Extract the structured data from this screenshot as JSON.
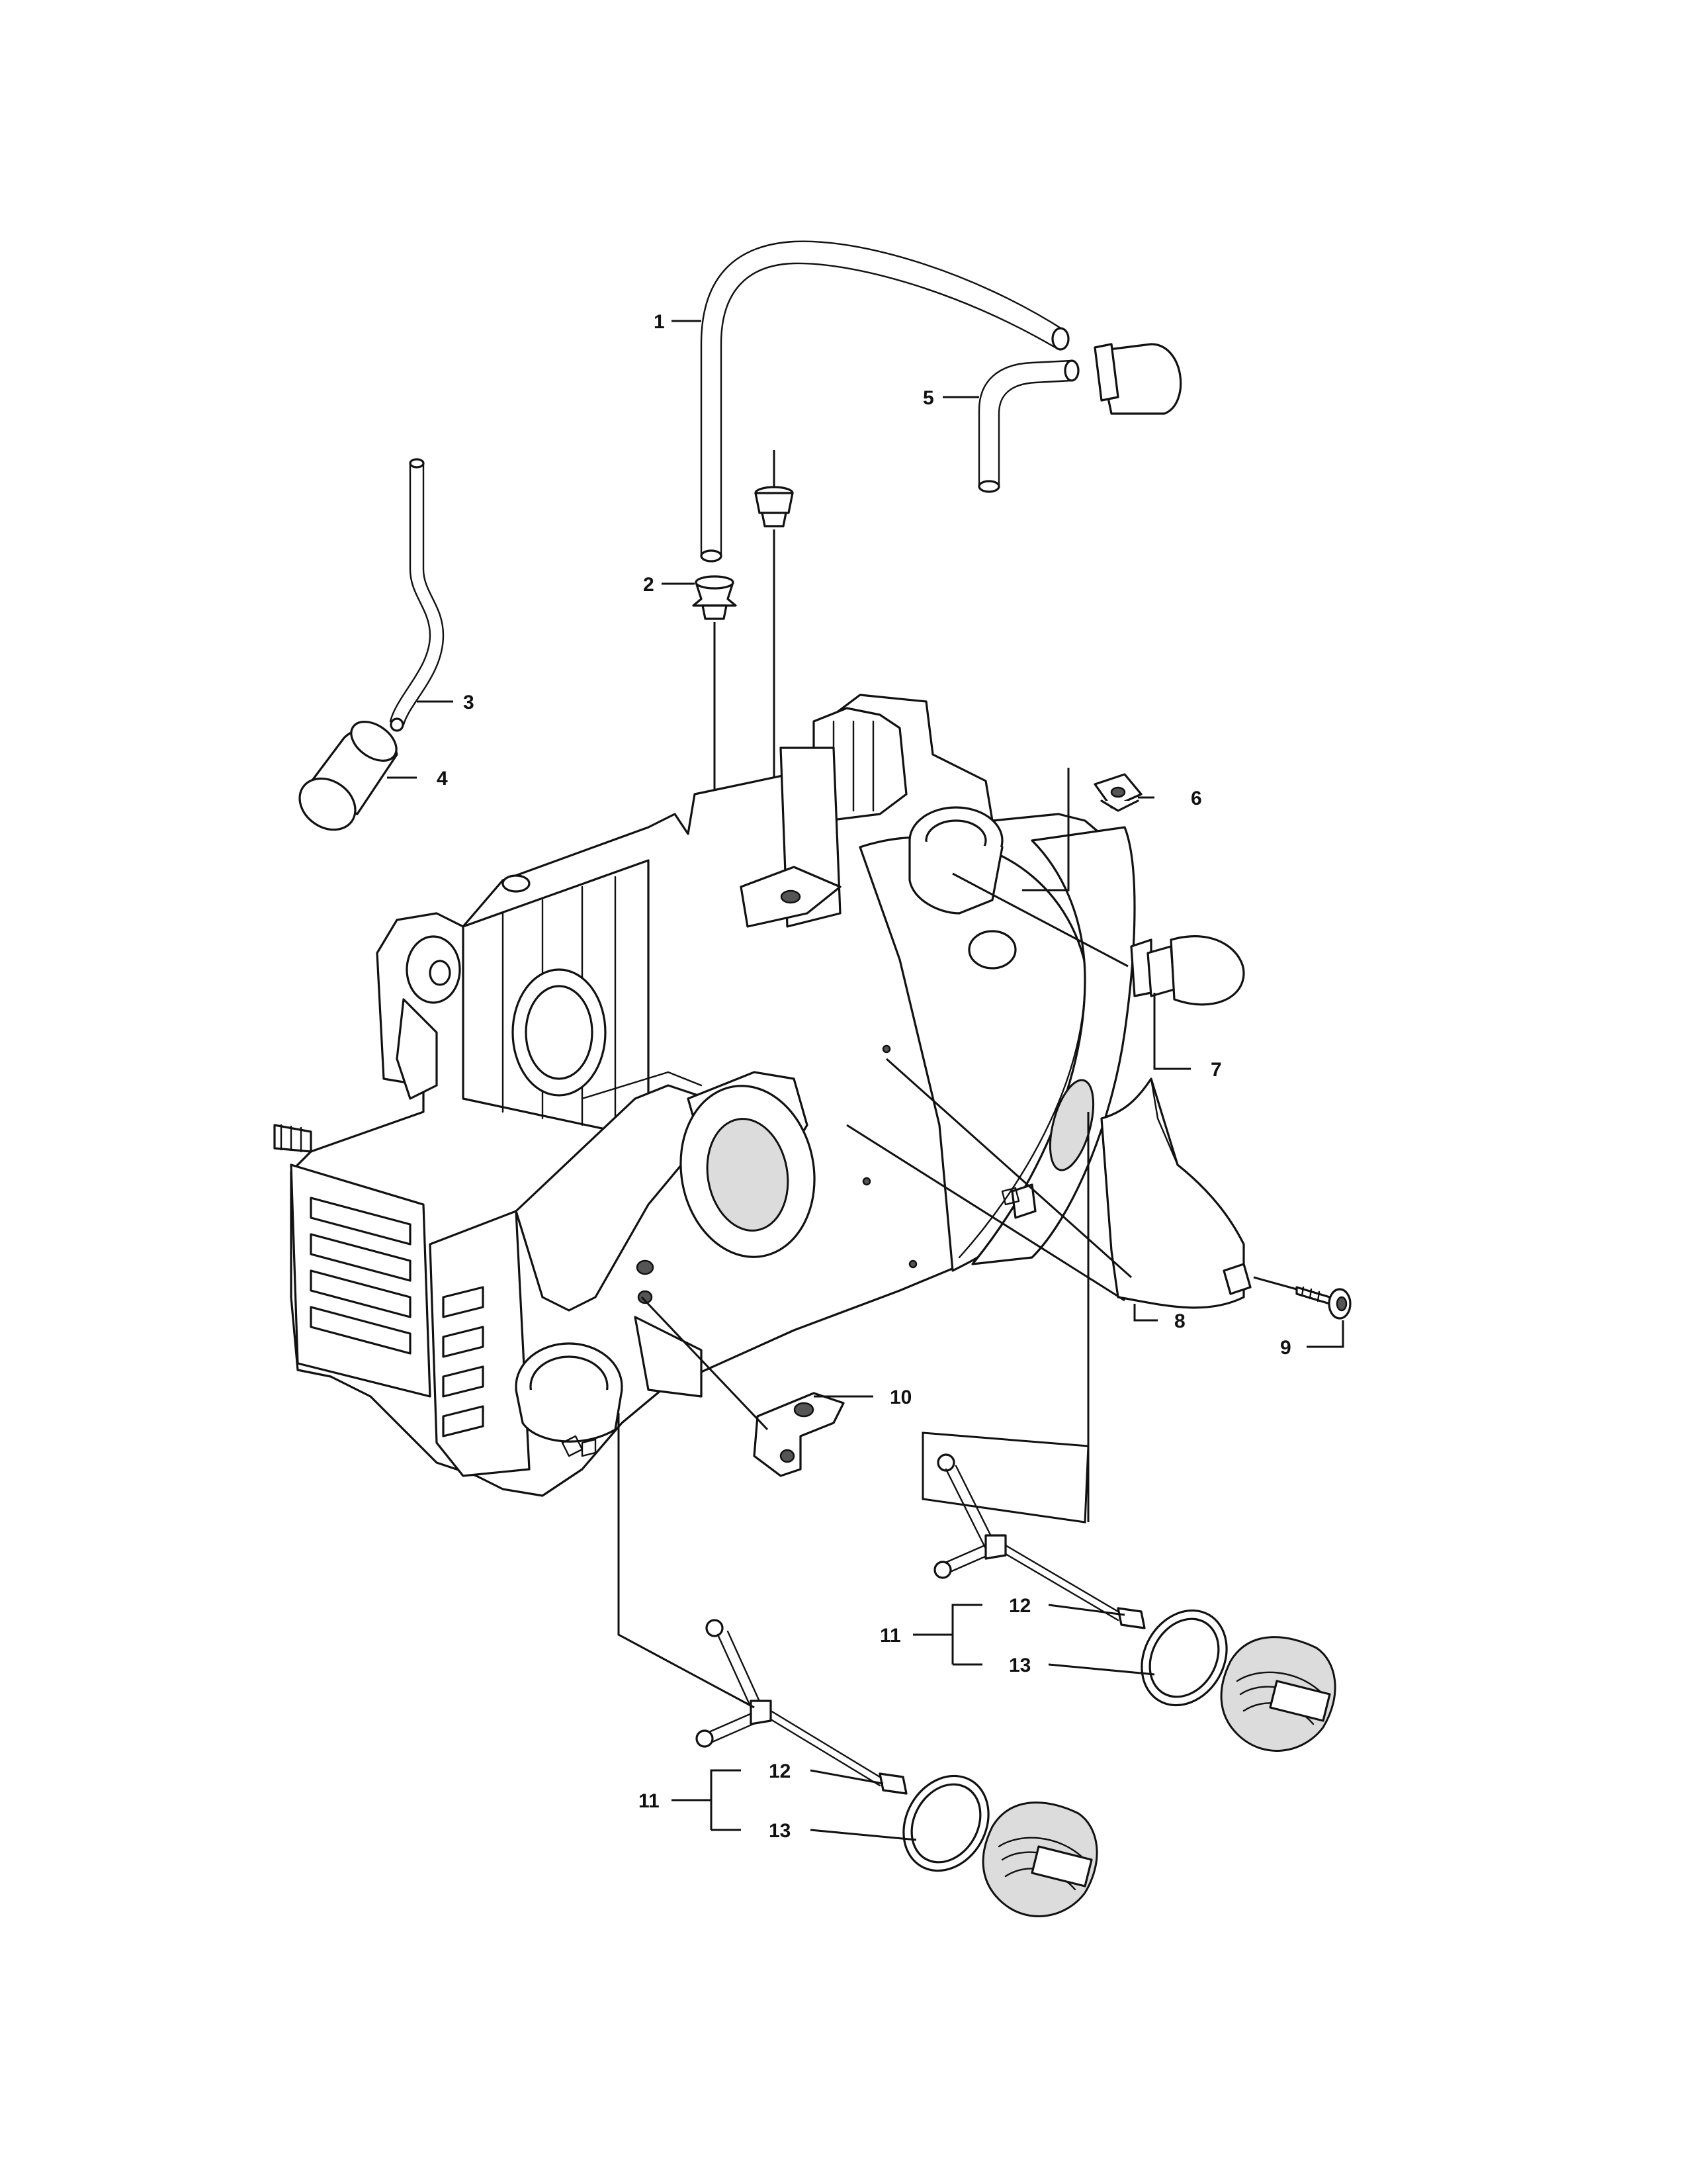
{
  "labels": {
    "p1": "1",
    "p2": "2",
    "p3": "3",
    "p4": "4",
    "p5": "5",
    "p6": "6",
    "p7": "7",
    "p8": "8",
    "p9": "9",
    "p10": "10",
    "p11a": "11",
    "p12a": "12",
    "p13a": "13",
    "p11b": "11",
    "p12b": "12",
    "p13b": "13"
  }
}
